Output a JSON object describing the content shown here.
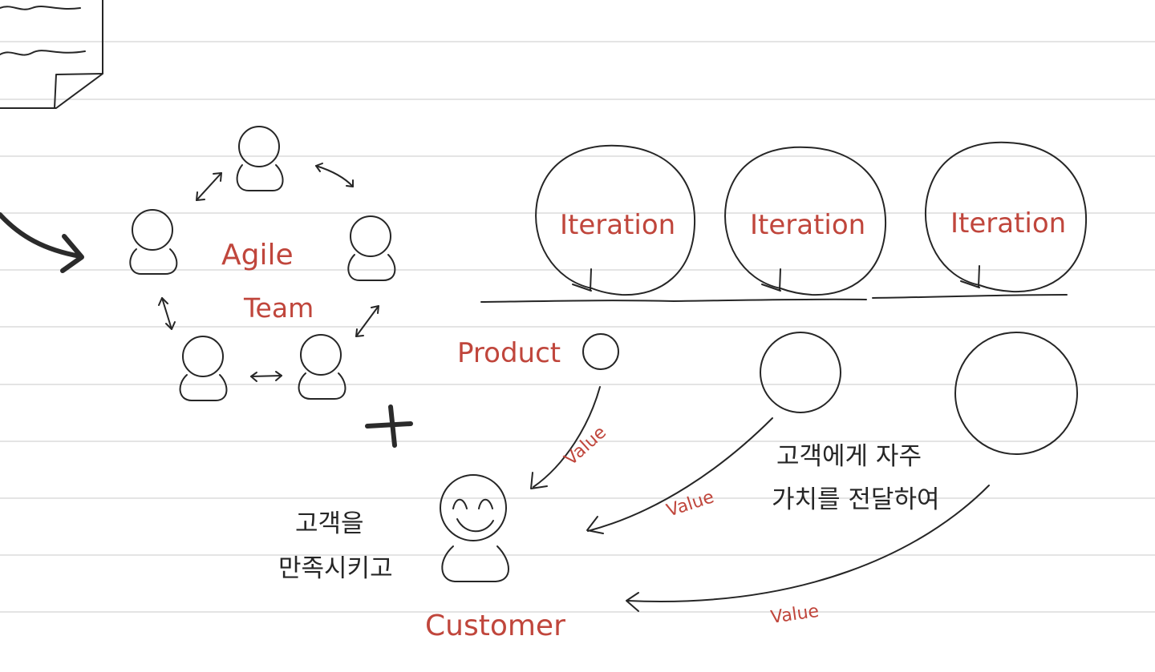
{
  "labels": {
    "agile": "Agile",
    "team": "Team",
    "iterations": [
      "Iteration",
      "Iteration",
      "Iteration"
    ],
    "product": "Product",
    "value": [
      "Value",
      "Value",
      "Value"
    ],
    "customer": "Customer",
    "note_left_line1": "고객을",
    "note_left_line2": "만족시키고",
    "note_right_line1": "고객에게 자주",
    "note_right_line2": "가치를 전달하여"
  },
  "colors": {
    "ink": "#262626",
    "accent": "#c0463c",
    "ruled_line": "#dcdcdc"
  },
  "icons": {
    "team_member": "person-icon",
    "customer": "smiley-person-icon",
    "loop": "iteration-loop-icon",
    "plus": "plus-icon"
  }
}
